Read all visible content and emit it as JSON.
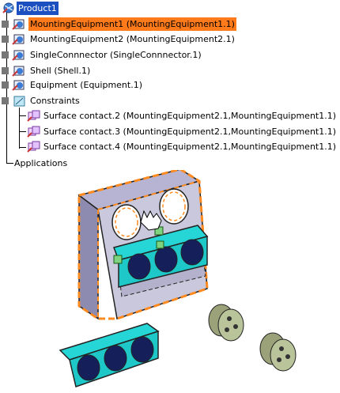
{
  "tree": {
    "root": {
      "label": "Product1",
      "icon": "product-icon"
    },
    "products": [
      {
        "label": "MountingEquipment1 (MountingEquipment1.1)",
        "selected": true,
        "icon": "part-icon"
      },
      {
        "label": "MountingEquipment2 (MountingEquipment2.1)",
        "selected": false,
        "icon": "part-icon"
      },
      {
        "label": "SingleConnnector (SingleConnnector.1)",
        "selected": false,
        "icon": "part-icon"
      },
      {
        "label": "Shell (Shell.1)",
        "selected": false,
        "icon": "part-icon"
      },
      {
        "label": "Equipment (Equipment.1)",
        "selected": false,
        "icon": "part-icon"
      }
    ],
    "constraints": {
      "label": "Constraints",
      "icon": "constraints-icon",
      "items": [
        {
          "label": "Surface contact.2 (MountingEquipment2.1,MountingEquipment1.1)",
          "icon": "surface-contact-icon"
        },
        {
          "label": "Surface contact.3 (MountingEquipment2.1,MountingEquipment1.1)",
          "icon": "surface-contact-icon"
        },
        {
          "label": "Surface contact.4 (MountingEquipment2.1,MountingEquipment1.1)",
          "icon": "surface-contact-icon"
        }
      ]
    },
    "applications": {
      "label": "Applications"
    }
  },
  "colors": {
    "selection_blue": "#1c4fbf",
    "selection_orange": "#ff7a1a",
    "box_face": "#c9c8dc",
    "connector_cyan": "#1fc8c8",
    "cylinder_olive": "#b9c49a",
    "highlight_orange": "#ff8a1f"
  }
}
